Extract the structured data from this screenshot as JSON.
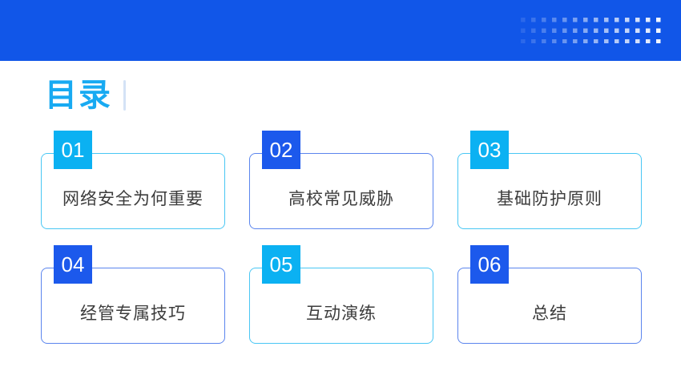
{
  "title": "目录",
  "cards": [
    {
      "number": "01",
      "label": "网络安全为何重要",
      "variant": "cyan"
    },
    {
      "number": "02",
      "label": "高校常见威胁",
      "variant": "blue"
    },
    {
      "number": "03",
      "label": "基础防护原则",
      "variant": "cyan"
    },
    {
      "number": "04",
      "label": "经管专属技巧",
      "variant": "blue"
    },
    {
      "number": "05",
      "label": "互动演练",
      "variant": "cyan"
    },
    {
      "number": "06",
      "label": "总结",
      "variant": "blue"
    }
  ],
  "colors": {
    "header_blue": "#1156e8",
    "badge_cyan": "#0bb1f2",
    "badge_blue": "#1c59ec",
    "border_cyan": "#49c7f4",
    "border_blue": "#5b85ee",
    "title_cyan": "#18aaf2",
    "card_text": "#3c3c3c",
    "divider": "#d4e2f6"
  }
}
